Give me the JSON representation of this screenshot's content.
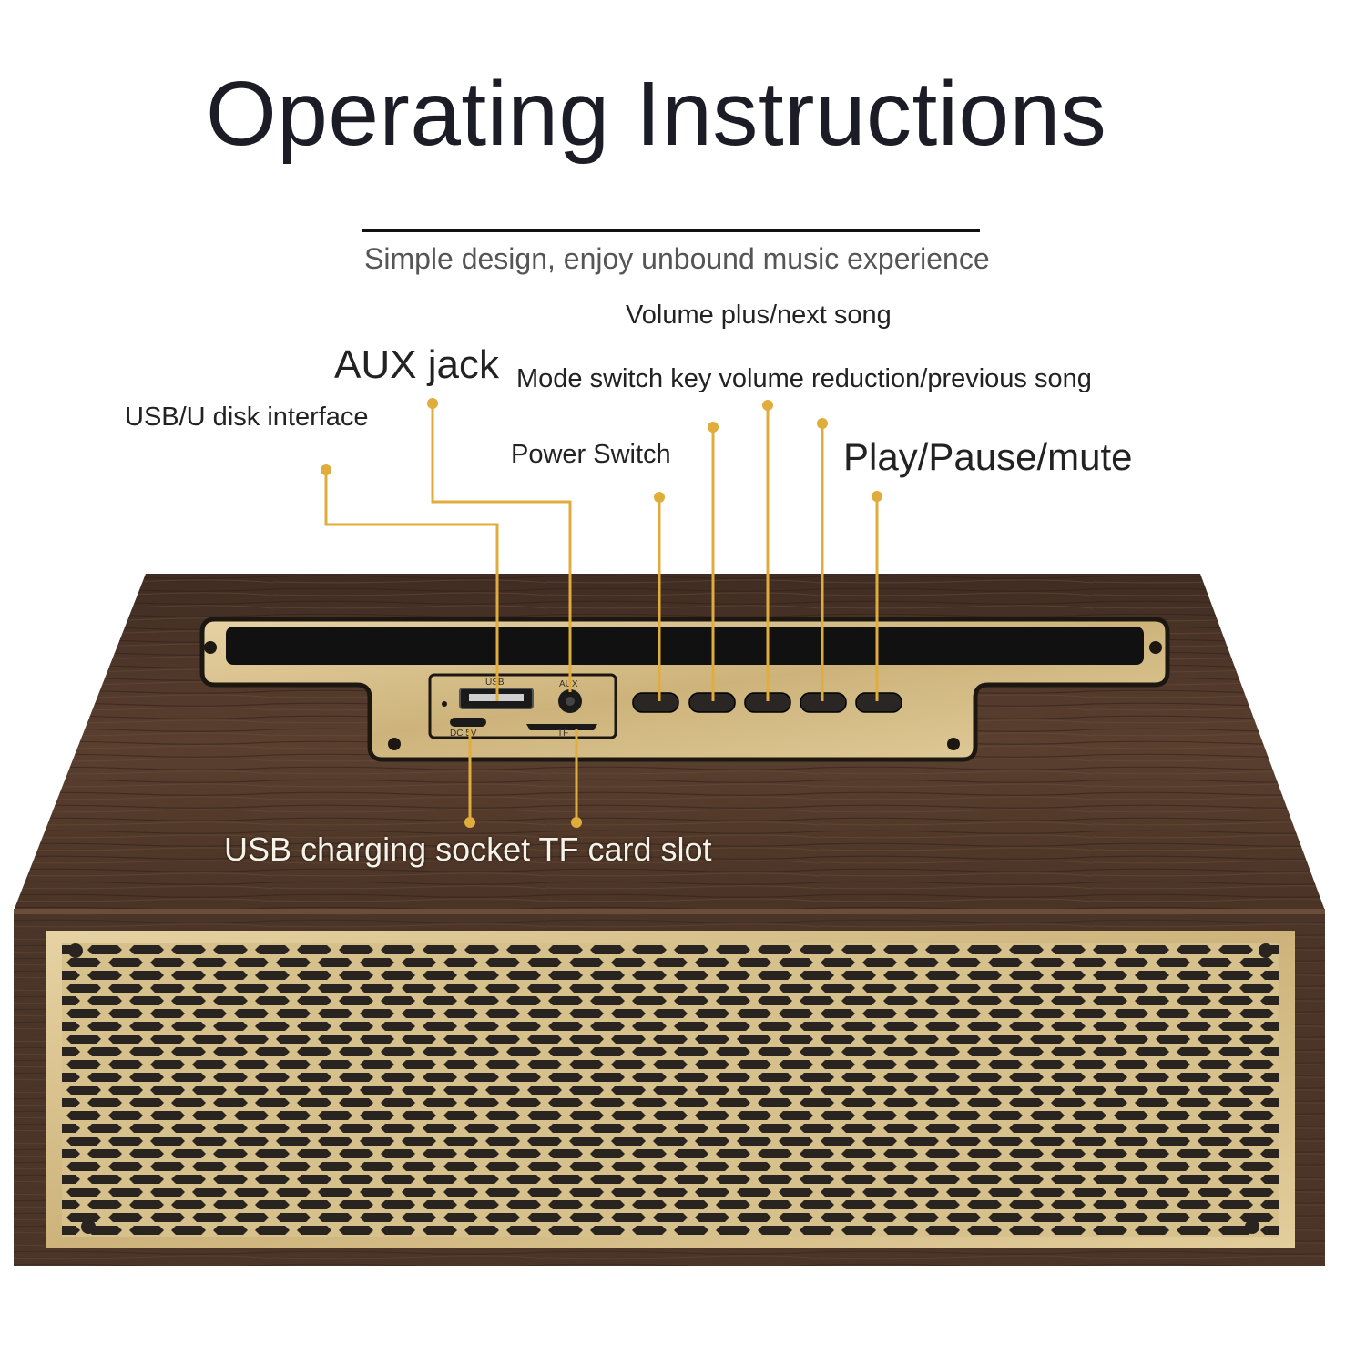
{
  "title": "Operating Instructions",
  "subtitle": "Simple design, enjoy unbound music experience",
  "callouts": {
    "volume_plus": "Volume plus/next song",
    "aux": "AUX jack",
    "mode": "Mode switch key volume reduction/previous song",
    "usb_disk": "USB/U disk interface",
    "power": "Power Switch",
    "play": "Play/Pause/mute",
    "bottom": "USB charging socket TF card slot"
  },
  "panel": {
    "usb_label": "USB",
    "aux_label": "AUX",
    "dc_label": "DC 5V",
    "tf_label": "TF"
  },
  "colors": {
    "wood": "#4a3326",
    "gold": "#d9c08a",
    "leader": "#e0ad3c"
  }
}
